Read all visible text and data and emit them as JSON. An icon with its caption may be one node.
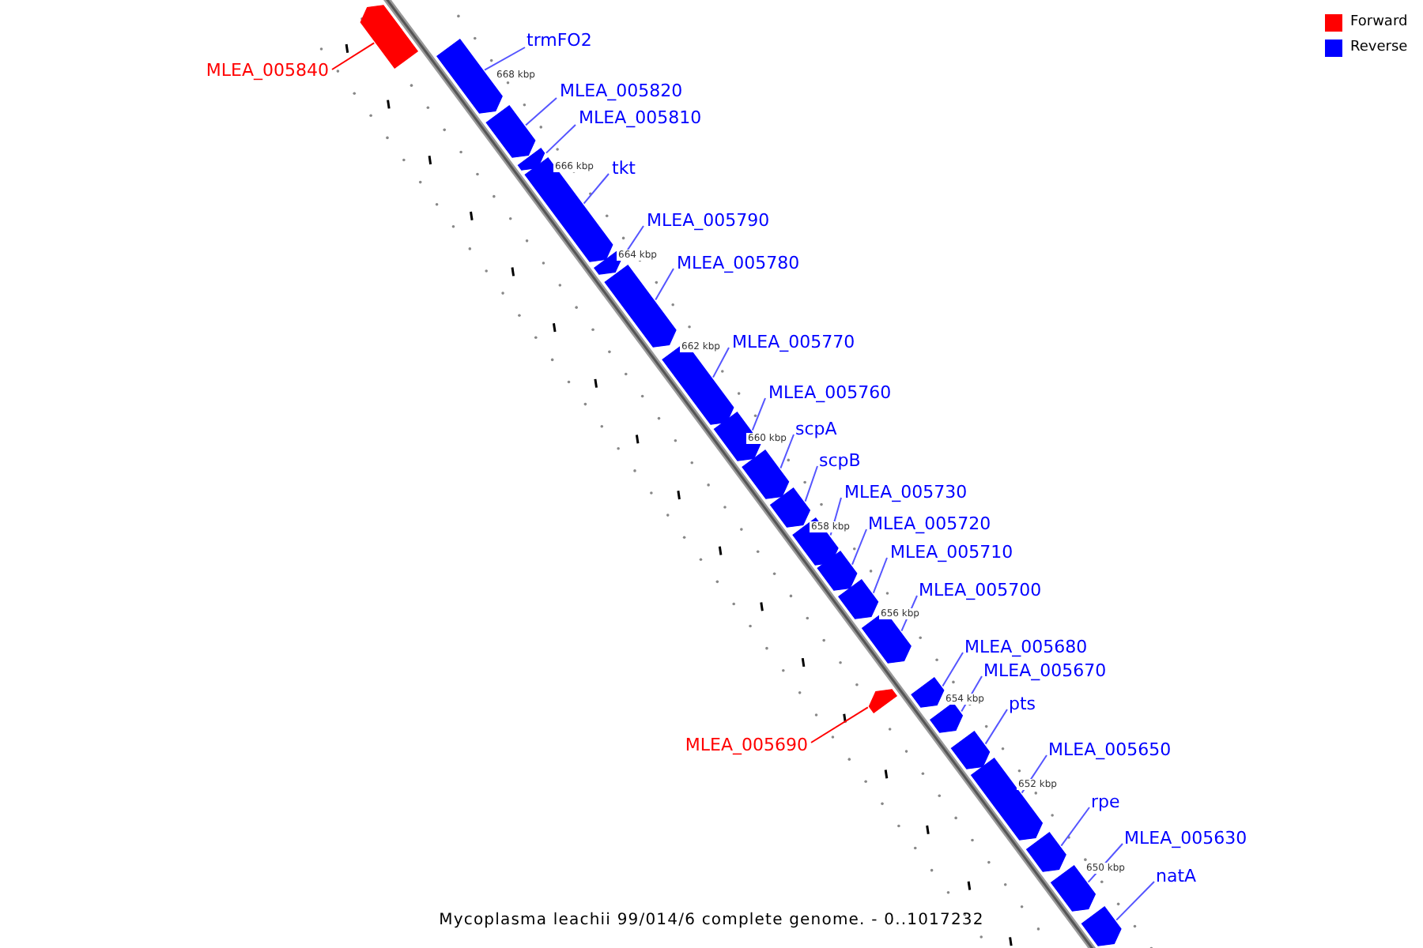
{
  "diagram": {
    "caption": "Mycoplasma leachii 99/014/6 complete genome. - 0..1017232",
    "nodes": [
      {
        "text": [
          "MLEA_005840"
        ]
      },
      {
        "text": [],
        "shape": "bar"
      },
      {
        "text": [
          "trmFO2"
        ]
      },
      {
        "text": [],
        "shape": "bar"
      },
      {
        "text": [
          "MLEA_005820"
        ]
      },
      {
        "text": [],
        "shape": "bar"
      },
      {
        "text": [
          "MLEA_005810"
        ]
      },
      {
        "text": [],
        "shape": "bar"
      },
      {
        "text": [
          "tkt"
        ]
      },
      {
        "text": [],
        "shape": "bar"
      },
      {
        "text": [
          "MLEA_005790"
        ]
      },
      {
        "text": [],
        "shape": "bar"
      },
      {
        "text": [
          "MLEA_005780"
        ]
      },
      {
        "text": [],
        "shape": "bar"
      },
      {
        "text": [
          "MLEA_005770"
        ]
      },
      {
        "text": [],
        "shape": "bar"
      },
      {
        "text": [
          "MLEA_005760"
        ]
      },
      {
        "text": [],
        "shape": "bar"
      },
      {
        "text": [
          "scpA"
        ]
      },
      {
        "text": [],
        "shape": "bar"
      },
      {
        "text": [
          "scpB"
        ]
      },
      {
        "text": [],
        "shape": "bar"
      },
      {
        "text": [
          "MLEA_005730"
        ]
      },
      {
        "text": [],
        "shape": "bar"
      },
      {
        "text": [
          "MLEA_005720"
        ]
      },
      {
        "text": [],
        "shape": "bar"
      },
      {
        "text": [
          "MLEA_005710"
        ]
      },
      {
        "text": [],
        "shape": "bar"
      },
      {
        "text": [
          "MLEA_005700"
        ]
      },
      {
        "text": [],
        "shape": "bar"
      },
      {
        "text": [
          "MLEA_005680"
        ]
      },
      {
        "text": [],
        "shape": "bar"
      },
      {
        "text": [
          "MLEA_005670"
        ]
      },
      {
        "text": [],
        "shape": "bar"
      },
      {
        "text": [
          "MLEA_005690"
        ]
      },
      {
        "text": [],
        "shape": "bar"
      },
      {
        "text": [
          "pts"
        ]
      },
      {
        "text": [],
        "shape": "bar"
      },
      {
        "text": [
          "MLEA_005650"
        ]
      },
      {
        "text": [],
        "shape": "bar"
      },
      {
        "text": [
          "rpe"
        ]
      },
      {
        "text": [],
        "shape": "bar"
      },
      {
        "text": [
          "MLEA_005630"
        ]
      },
      {
        "text": [],
        "shape": "bar"
      },
      {
        "text": [
          "natA"
        ]
      },
      {
        "text": [],
        "shape": "bar"
      }
    ],
    "edges": [
      {
        "from": 0,
        "to": 1,
        "arrow": "none",
        "color": "#ff0000"
      },
      {
        "from": 2,
        "to": 3,
        "arrow": "none"
      },
      {
        "from": 4,
        "to": 5,
        "arrow": "none"
      },
      {
        "from": 6,
        "to": 7,
        "arrow": "none"
      },
      {
        "from": 8,
        "to": 9,
        "arrow": "none"
      },
      {
        "from": 10,
        "to": 11,
        "arrow": "none"
      },
      {
        "from": 12,
        "to": 13,
        "arrow": "none"
      },
      {
        "from": 14,
        "to": 15,
        "arrow": "none"
      },
      {
        "from": 16,
        "to": 17,
        "arrow": "none"
      },
      {
        "from": 18,
        "to": 19,
        "arrow": "none"
      },
      {
        "from": 20,
        "to": 21,
        "arrow": "none"
      },
      {
        "from": 22,
        "to": 23,
        "arrow": "none"
      },
      {
        "from": 24,
        "to": 25,
        "arrow": "none"
      },
      {
        "from": 26,
        "to": 27,
        "arrow": "none"
      },
      {
        "from": 28,
        "to": 29,
        "arrow": "none"
      },
      {
        "from": 30,
        "to": 31,
        "arrow": "none"
      },
      {
        "from": 32,
        "to": 33,
        "arrow": "none"
      },
      {
        "from": 34,
        "to": 35,
        "arrow": "none",
        "color": "#ff0000"
      },
      {
        "from": 36,
        "to": 37,
        "arrow": "none"
      },
      {
        "from": 38,
        "to": 39,
        "arrow": "none"
      },
      {
        "from": 40,
        "to": 41,
        "arrow": "none"
      },
      {
        "from": 42,
        "to": 43,
        "arrow": "none"
      },
      {
        "from": 44,
        "to": 45,
        "arrow": "none"
      }
    ],
    "labels": [
      "668 kbp",
      "666 kbp",
      "664 kbp",
      "662 kbp",
      "660 kbp",
      "658 kbp",
      "656 kbp",
      "654 kbp",
      "652 kbp",
      "650 kbp"
    ],
    "legend": [
      {
        "text": "Forward",
        "color": "#ff0000"
      },
      {
        "text": "Reverse",
        "color": "#0000ff"
      }
    ]
  }
}
